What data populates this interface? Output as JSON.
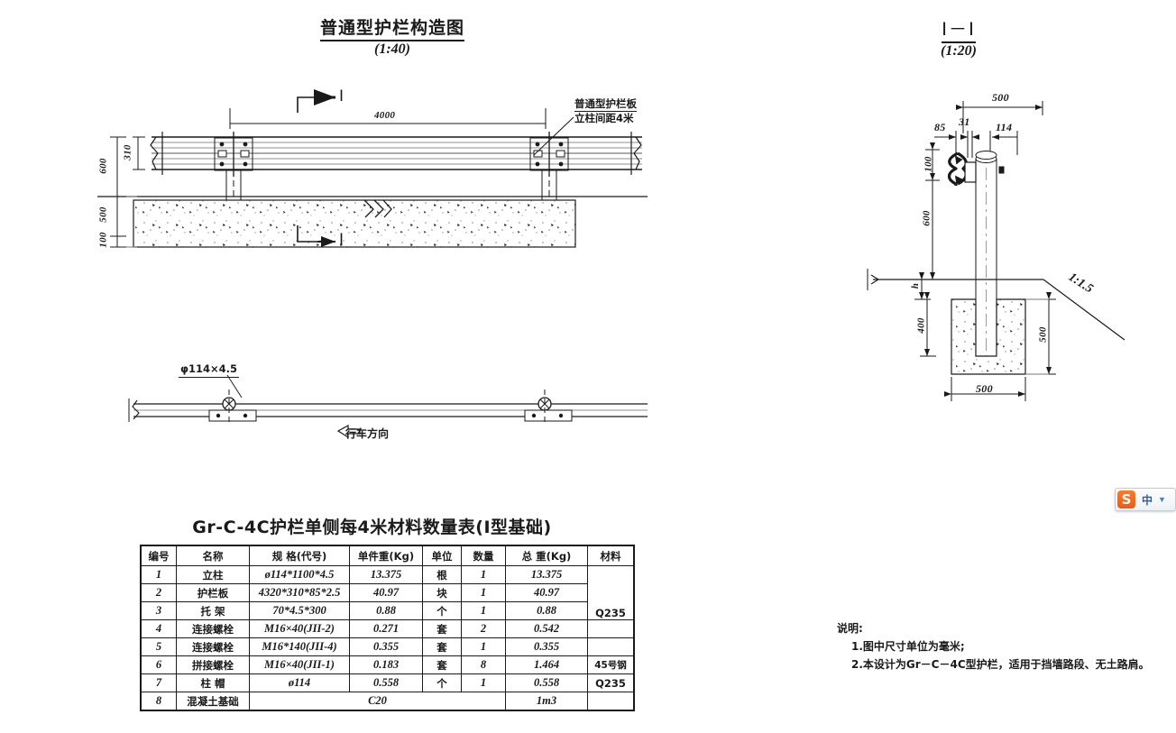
{
  "drawing": {
    "main_view": {
      "title": "普通型护栏构造图",
      "scale": "(1:40)",
      "section_mark_top": "Ⅰ",
      "section_mark_bottom": "Ⅰ",
      "span_dimension": "4000",
      "dimensions": {
        "beam_height": "310",
        "post_above_ground": "600",
        "foundation_depth": "500",
        "cover": "100"
      },
      "callout": {
        "line1": "普通型护栏板",
        "line2": "立柱间距4米"
      }
    },
    "plan_view": {
      "post_callout": "φ114×4.5",
      "direction_arrow": "⟸",
      "direction_label": "行车方向"
    },
    "section_view": {
      "title": "Ⅰ－Ⅰ",
      "scale": "(1:20)",
      "dimensions": {
        "top_width": "500",
        "offset_85": "85",
        "offset_31": "31",
        "post_dia_114": "114",
        "beam_offset_100": "100",
        "post_height_600": "600",
        "burial_h": "h",
        "footing_depth_400": "400",
        "footing_height_500": "500",
        "footing_width_500": "500"
      },
      "slope_label": "1:1.5"
    }
  },
  "quantity_table": {
    "title": "Gr-C-4C护栏单侧每4米材料数量表(Ⅰ型基础)",
    "headers": [
      "编号",
      "名称",
      "规  格(代号)",
      "单件重(Kg)",
      "单位",
      "数量",
      "总  重(Kg)",
      "材料"
    ],
    "rows": [
      {
        "no": "1",
        "name": "立柱",
        "spec": "ø114*1100*4.5",
        "unit_weight": "13.375",
        "unit": "根",
        "qty": "1",
        "total": "13.375"
      },
      {
        "no": "2",
        "name": "护栏板",
        "spec": "4320*310*85*2.5",
        "unit_weight": "40.97",
        "unit": "块",
        "qty": "1",
        "total": "40.97"
      },
      {
        "no": "3",
        "name": "托 架",
        "spec": "70*4.5*300",
        "unit_weight": "0.88",
        "unit": "个",
        "qty": "1",
        "total": "0.88"
      },
      {
        "no": "4",
        "name": "连接螺栓",
        "spec": "M16×40(JII-2)",
        "unit_weight": "0.271",
        "unit": "套",
        "qty": "2",
        "total": "0.542"
      },
      {
        "no": "5",
        "name": "连接螺栓",
        "spec": "M16*140(JII-4)",
        "unit_weight": "0.355",
        "unit": "套",
        "qty": "1",
        "total": "0.355"
      },
      {
        "no": "6",
        "name": "拼接螺栓",
        "spec": "M16×40(JII-1)",
        "unit_weight": "0.183",
        "unit": "套",
        "qty": "8",
        "total": "1.464"
      },
      {
        "no": "7",
        "name": "柱 帽",
        "spec": "ø114",
        "unit_weight": "0.558",
        "unit": "个",
        "qty": "1",
        "total": "0.558"
      },
      {
        "no": "8",
        "name": "混凝土基础",
        "spec": "C20",
        "unit_weight": "",
        "unit": "",
        "qty": "",
        "total": "1m3"
      }
    ],
    "material_q235_top": "Q235",
    "material_45steel": "45号钢",
    "material_q235_bottom": "Q235"
  },
  "notes": {
    "heading": "说明:",
    "items": [
      "1.图中尺寸单位为毫米;",
      "2.本设计为Gr－C－4C型护栏，适用于挡墙路段、无土路肩。"
    ]
  },
  "ime_widget": {
    "logo": "S",
    "mode": "中",
    "caret": "▼"
  },
  "colors": {
    "line": "#1a1a1a",
    "concrete_fill": "#fbfbfb",
    "ime_orange": "#ef5a12",
    "ime_blue": "#2a5fa8"
  }
}
